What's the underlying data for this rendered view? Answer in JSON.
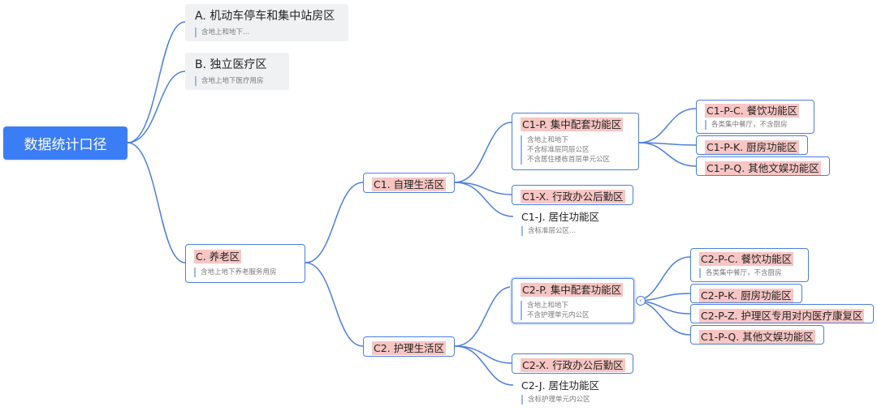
{
  "root": {
    "label": "数据统计口径"
  },
  "A": {
    "title": "A. 机动车停车和集中站房区",
    "note": "含地上和地下..."
  },
  "B": {
    "title": "B. 独立医疗区",
    "note": "含地上地下医疗用房"
  },
  "C": {
    "title": "C. 养老区",
    "note": "含地上地下养老服务用房"
  },
  "C1": {
    "title": "C1. 自理生活区"
  },
  "C2": {
    "title": "C2. 护理生活区"
  },
  "C1P": {
    "title": "C1-P. 集中配套功能区",
    "notes": [
      "含地上和地下",
      "不含标准层同层公区",
      "不含居住楼栋首层单元公区"
    ]
  },
  "C1X": {
    "title": "C1-X. 行政办公后勤区"
  },
  "C1J": {
    "title": "C1-J. 居住功能区",
    "note": "含标准层公区..."
  },
  "C1PC": {
    "title": "C1-P-C. 餐饮功能区",
    "note": "各类集中餐厅，不含厨房"
  },
  "C1PK": {
    "title": "C1-P-K. 厨房功能区"
  },
  "C1PQ": {
    "title": "C1-P-Q. 其他文娱功能区"
  },
  "C2P": {
    "title": "C2-P. 集中配套功能区",
    "notes": [
      "含地上和地下",
      "不含护理单元内公区"
    ]
  },
  "C2X": {
    "title": "C2-X. 行政办公后勤区"
  },
  "C2J": {
    "title": "C2-J. 居住功能区",
    "note": "含标护理单元内公区"
  },
  "C2PC": {
    "title": "C2-P-C. 餐饮功能区",
    "note": "各类集中餐厅，不含厨房"
  },
  "C2PK": {
    "title": "C2-P-K. 厨房功能区"
  },
  "C2PZ": {
    "title": "C2-P-Z. 护理区专用对内医疗康复区"
  },
  "C2PQ": {
    "title": "C1-P-Q. 其他文娱功能区"
  },
  "collapse_glyph": "‹",
  "colors": {
    "root": "#3b7df5",
    "border": "#4d7fdc",
    "highlight": "#f7c6c4",
    "gray": "#f0f1f3"
  }
}
